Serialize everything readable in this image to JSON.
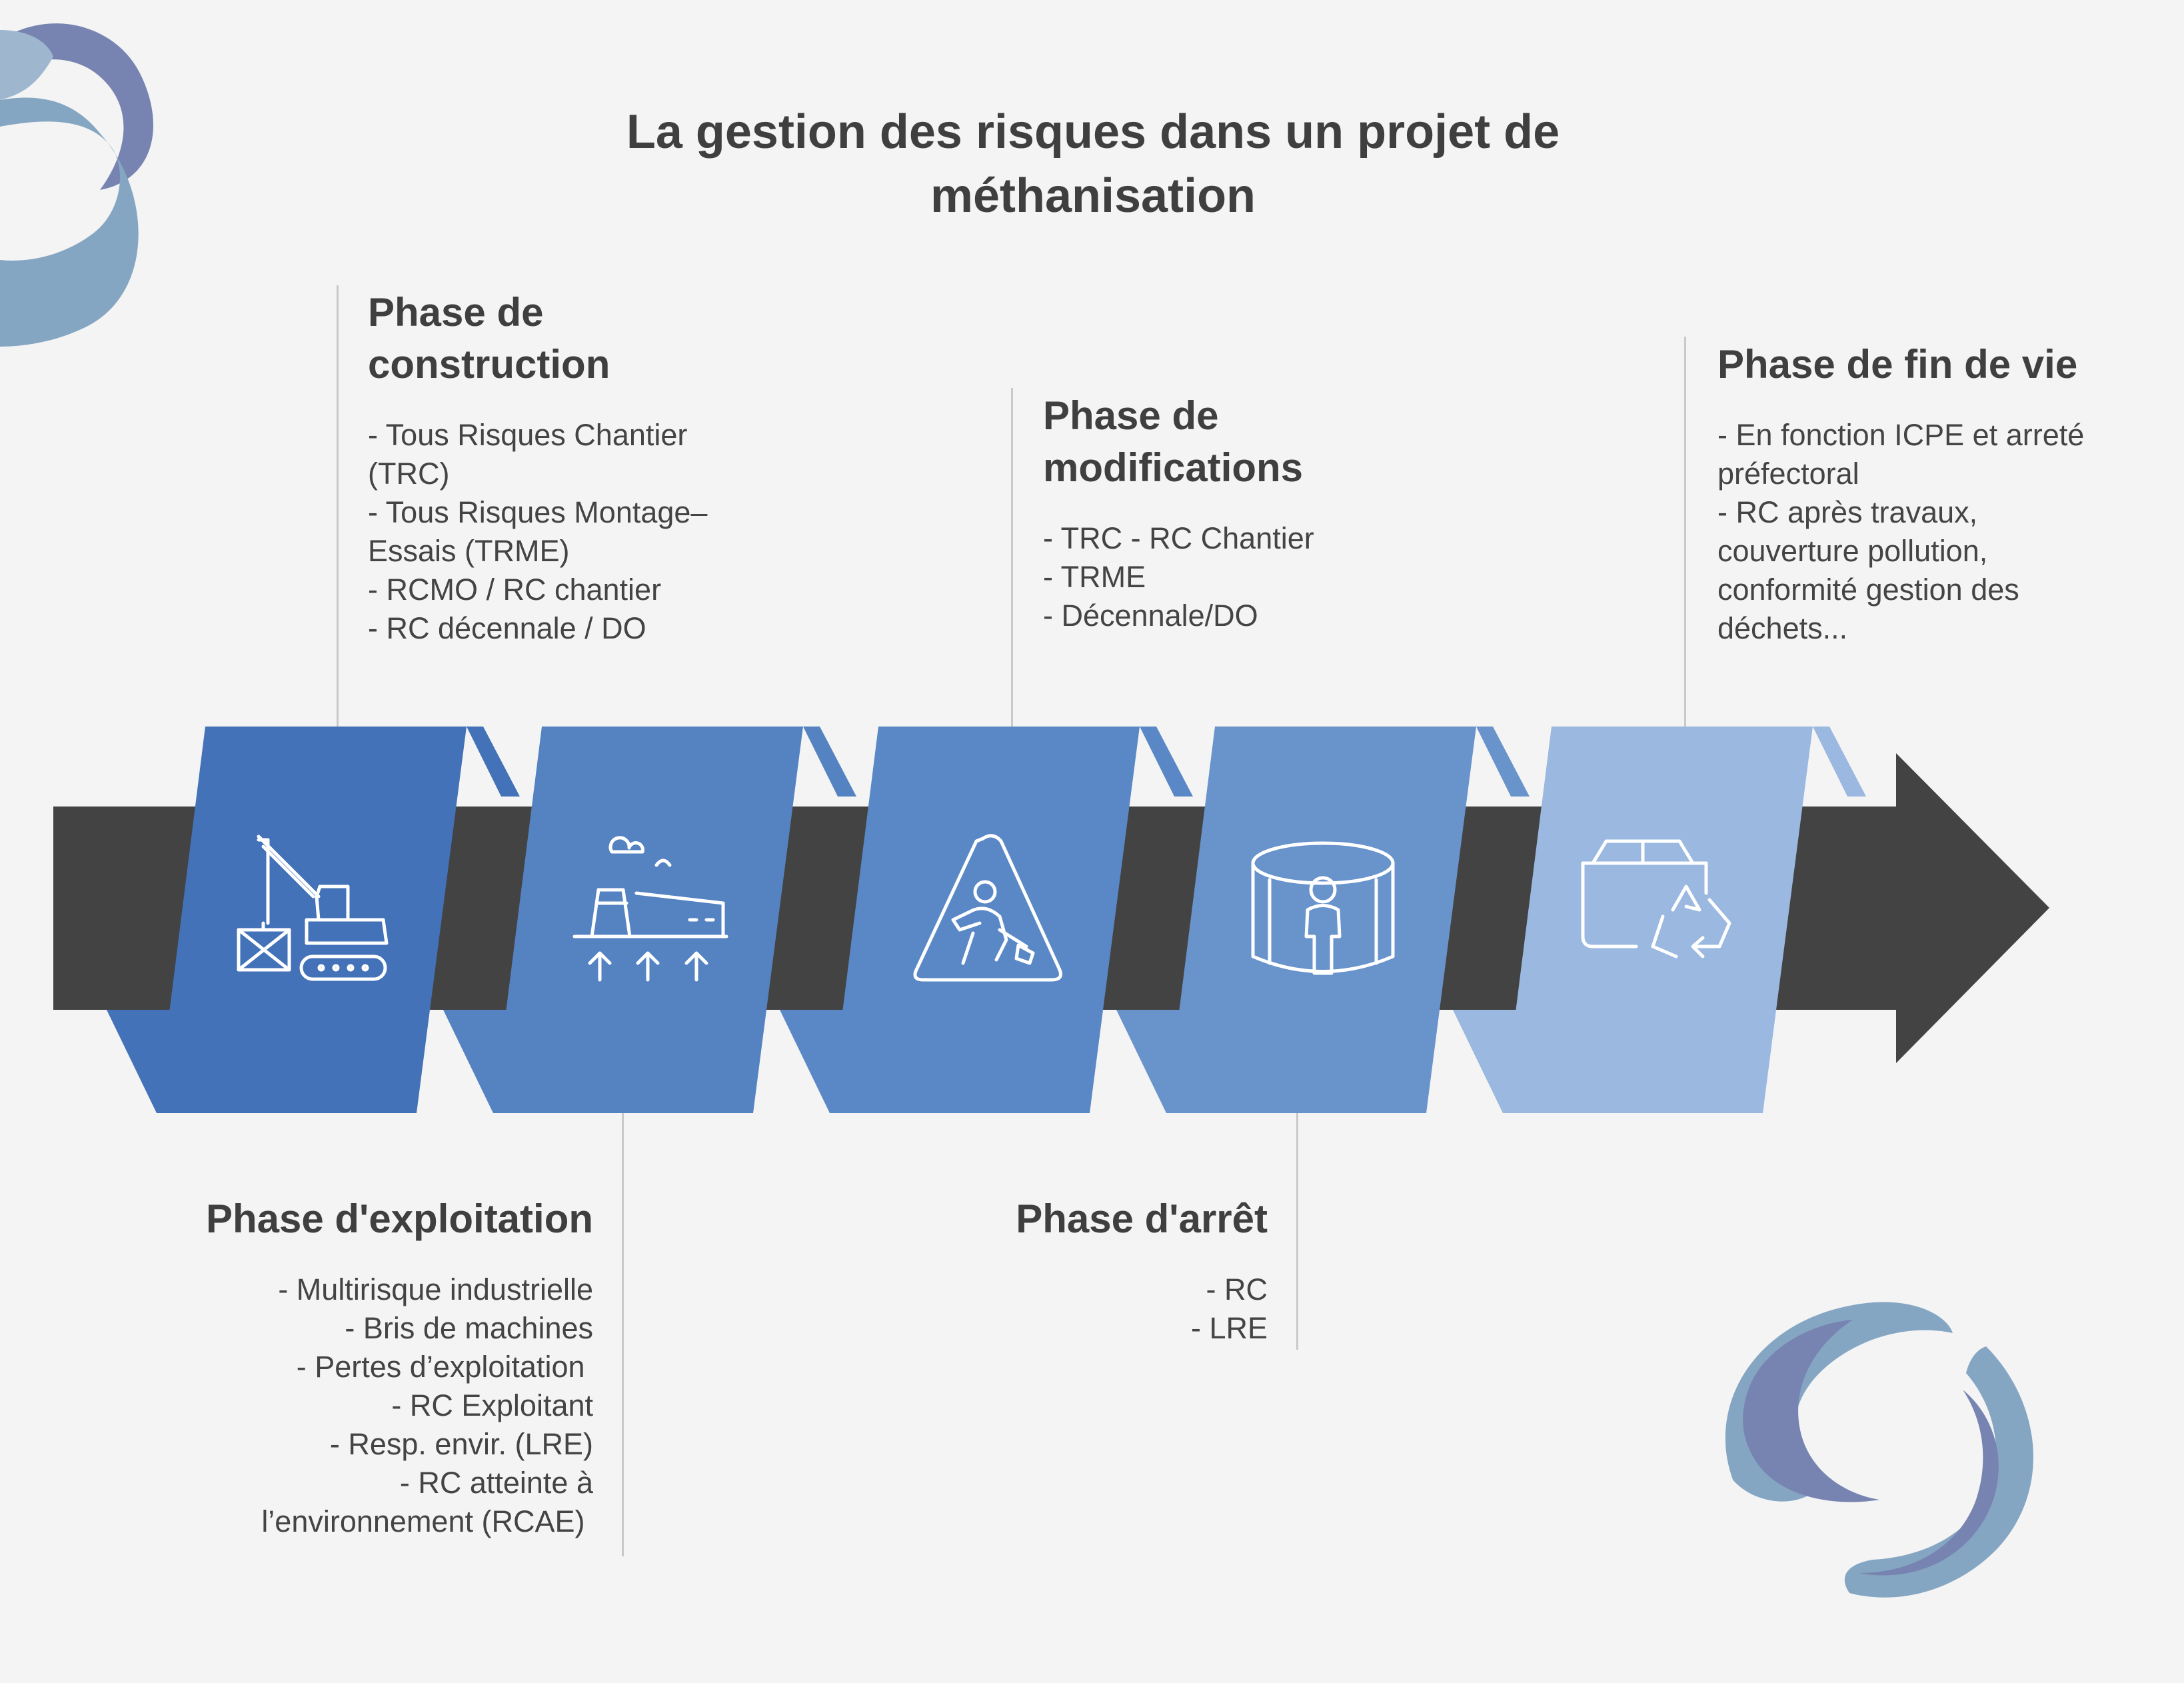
{
  "title_line1": "La gestion des risques dans un projet de",
  "title_line2": "méthanisation",
  "colors": {
    "background": "#f4f4f4",
    "arrow": "#434343",
    "panel1": "#4372b8",
    "panel2": "#5583c2",
    "panel3": "#5a88c6",
    "panel4": "#6993cb",
    "panel5": "#9ab8e0",
    "logo_light": "#85a6c3",
    "logo_dark": "#7783b0"
  },
  "phases": {
    "construction": {
      "title_line1": "Phase de",
      "title_line2": "construction",
      "items": [
        "- Tous Risques Chantier",
        "(TRC)",
        "- Tous Risques Montage–",
        "Essais (TRME)",
        "- RCMO / RC chantier",
        "- RC décennale / DO"
      ],
      "icon": "construction-crane-icon"
    },
    "exploitation": {
      "title": "Phase d'exploitation",
      "items": [
        "- Multirisque industrielle",
        "- Bris de machines",
        "- Pertes d’exploitation ",
        "- RC Exploitant",
        "- Resp. envir. (LRE)",
        "- RC atteinte à",
        "l’environnement (RCAE) "
      ],
      "icon": "factory-icon"
    },
    "modifications": {
      "title_line1": "Phase de",
      "title_line2": "modifications",
      "items": [
        "- TRC - RC Chantier",
        "- TRME",
        "- Décennale/DO"
      ],
      "icon": "warning-worker-icon"
    },
    "arret": {
      "title": "Phase d'arrêt",
      "items": [
        "- RC",
        "- LRE"
      ],
      "icon": "isolated-person-icon"
    },
    "fin_de_vie": {
      "title": "Phase de fin de vie",
      "items": [
        "- En fonction ICPE et arreté",
        "préfectoral",
        "- RC après travaux,",
        "couverture pollution,",
        "conformité gestion des",
        "déchets..."
      ],
      "icon": "box-recycle-icon"
    }
  }
}
